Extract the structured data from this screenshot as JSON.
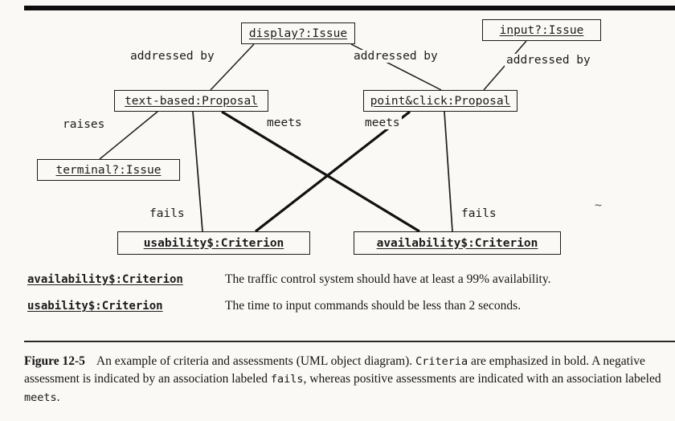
{
  "page": {
    "background": "#faf9f6",
    "ink": "#1b1b1b"
  },
  "diagram": {
    "nodes": [
      {
        "label": "display?:Issue",
        "bold": false
      },
      {
        "label": "input?:Issue",
        "bold": false
      },
      {
        "label": "text-based:Proposal",
        "bold": false
      },
      {
        "label": "point&click:Proposal",
        "bold": false
      },
      {
        "label": "terminal?:Issue",
        "bold": false
      },
      {
        "label": "usability$:Criterion",
        "bold": true
      },
      {
        "label": "availability$:Criterion",
        "bold": true
      }
    ],
    "edge_labels": [
      {
        "text": "addressed by"
      },
      {
        "text": "addressed by"
      },
      {
        "text": "addressed by"
      },
      {
        "text": "raises"
      },
      {
        "text": "meets"
      },
      {
        "text": "meets"
      },
      {
        "text": "fails"
      },
      {
        "text": "fails"
      }
    ],
    "edges": [
      {
        "from": "display?:Issue",
        "to": "text-based:Proposal",
        "label": "addressed by",
        "bold": false
      },
      {
        "from": "display?:Issue",
        "to": "point&click:Proposal",
        "label": "addressed by",
        "bold": false
      },
      {
        "from": "input?:Issue",
        "to": "point&click:Proposal",
        "label": "addressed by",
        "bold": false
      },
      {
        "from": "text-based:Proposal",
        "to": "terminal?:Issue",
        "label": "raises",
        "bold": false
      },
      {
        "from": "text-based:Proposal",
        "to": "availability$:Criterion",
        "label": "meets",
        "bold": true
      },
      {
        "from": "point&click:Proposal",
        "to": "usability$:Criterion",
        "label": "meets",
        "bold": true
      },
      {
        "from": "text-based:Proposal",
        "to": "usability$:Criterion",
        "label": "fails",
        "bold": false
      },
      {
        "from": "point&click:Proposal",
        "to": "availability$:Criterion",
        "label": "fails",
        "bold": false
      }
    ],
    "artifact": "~"
  },
  "definitions": [
    {
      "term": "availability$:Criterion",
      "description": "The traffic control system should have at least a 99% availability."
    },
    {
      "term": "usability$:Criterion",
      "description": "The time to input commands should be less than 2 seconds."
    }
  ],
  "caption": {
    "figure_label": "Figure 12-5",
    "part1": "An example of criteria and assessments (UML object diagram). ",
    "mono1": "Criteria",
    "part2": " are emphasized in bold. A negative assessment is indicated by an association labeled ",
    "mono2": "fails",
    "part3": ", whereas positive assessments are indicated with an association labeled ",
    "mono3": "meets",
    "part4": "."
  }
}
